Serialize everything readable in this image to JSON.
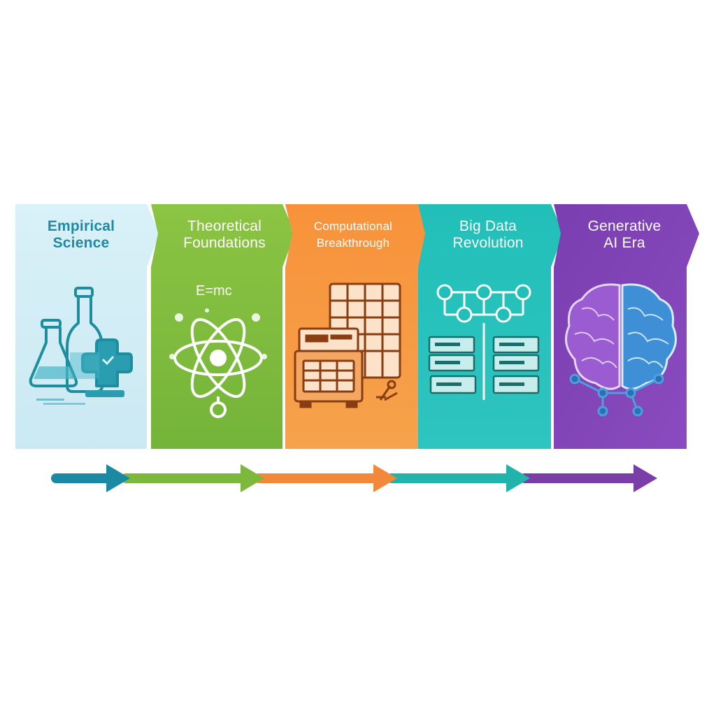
{
  "stages": [
    {
      "title_line1": "Empirical",
      "title_line2": "Science",
      "icon": "lab-flasks-icon",
      "color": "#d3eef6"
    },
    {
      "title_line1": "Theoretical",
      "title_line2": "Foundations",
      "icon": "atom-icon",
      "color": "#86bf3e",
      "equation": "E=mc"
    },
    {
      "title_line1": "Computational",
      "title_line2": "Breakthrough",
      "icon": "computer-grid-icon",
      "color": "#f58d2e"
    },
    {
      "title_line1": "Big Data",
      "title_line2": "Revolution",
      "icon": "network-servers-icon",
      "color": "#23bdb6"
    },
    {
      "title_line1": "Generative",
      "title_line2": "AI Era",
      "icon": "brain-icon",
      "color": "#7d3fb0"
    }
  ],
  "timeline": {
    "colors": [
      "#1a8aa4",
      "#7bb83b",
      "#f2883a",
      "#22b3aa",
      "#7b3ea9"
    ]
  }
}
